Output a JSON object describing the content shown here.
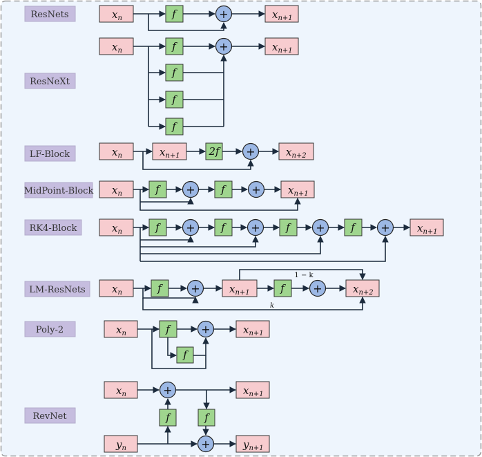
{
  "blocks": [
    {
      "id": "resnets",
      "label": "ResNets",
      "nodes": {
        "x_in": "x_n",
        "f": "f",
        "plus": "+",
        "x_out": "x_n+1"
      }
    },
    {
      "id": "resnext",
      "label": "ResNeXt",
      "nodes": {
        "x_in": "x_n",
        "f": "f",
        "plus": "+",
        "x_out": "x_n+1"
      },
      "branch_count": 4
    },
    {
      "id": "lf-block",
      "label": "LF-Block",
      "nodes": {
        "x_in": "x_n",
        "x_mid": "x_n+1",
        "f2": "2f",
        "plus": "+",
        "x_out": "x_n+2"
      }
    },
    {
      "id": "midpoint-block",
      "label": "MidPoint-Block",
      "nodes": {
        "x_in": "x_n",
        "f": "f",
        "plus": "+",
        "x_out": "x_n+1"
      }
    },
    {
      "id": "rk4-block",
      "label": "RK4-Block",
      "nodes": {
        "x_in": "x_n",
        "f": "f",
        "plus": "+",
        "x_out": "x_n+1"
      }
    },
    {
      "id": "lm-resnets",
      "label": "LM-ResNets",
      "nodes": {
        "x_in": "x_n",
        "f": "f",
        "plus": "+",
        "x_mid": "x_n+1",
        "x_out": "x_n+2"
      },
      "coef_top": "1 − k",
      "coef_bottom": "k"
    },
    {
      "id": "poly-2",
      "label": "Poly-2",
      "nodes": {
        "x_in": "x_n",
        "f": "f",
        "plus": "+",
        "x_out": "x_n+1"
      }
    },
    {
      "id": "revnet",
      "label": "RevNet",
      "nodes": {
        "x_in": "x_n",
        "y_in": "y_n",
        "f": "f",
        "plus": "+",
        "x_out": "x_n+1",
        "y_out": "y_n+1"
      }
    }
  ],
  "colors": {
    "label_box": "#c6bddf",
    "state_box": "#f7cccf",
    "function_box": "#9fd58e",
    "adder": "#9cb8e5",
    "background": "#eef5fd",
    "border": "#9a9a9a"
  }
}
